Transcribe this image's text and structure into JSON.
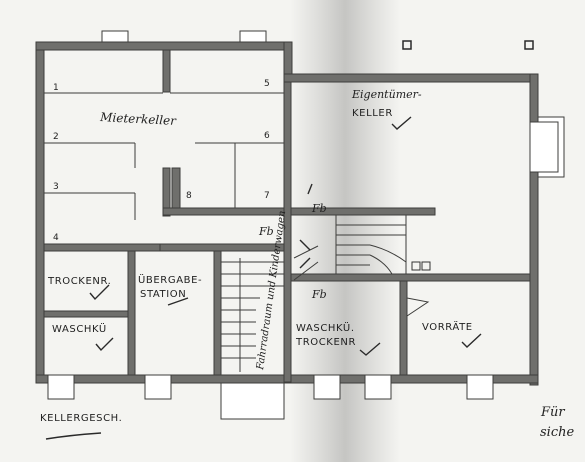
{
  "rooms": {
    "mieterkeller_label": "Mieterkeller",
    "eigentuemer_line1": "Eigentümer-",
    "eigentuemer_line2": "KELLER",
    "trockenr": "TROCKENR.",
    "waschkue": "WASCHKÜ",
    "uebergabe_line1": "ÜBERGABE-",
    "uebergabe_line2": "STATION",
    "waschkue_trocken_line1": "WASCHKÜ.",
    "waschkue_trocken_line2": "TROCKENR",
    "vorraete": "VORRÄTE",
    "kellergesch": "KELLERGESCH.",
    "stair_annotation": "Fahrradraum und Kinderwagen"
  },
  "cell_numbers": [
    "1",
    "2",
    "3",
    "4",
    "5",
    "6",
    "7",
    "8"
  ],
  "markers": {
    "fb": "Fb"
  },
  "margin_note_line1": "Für",
  "margin_note_line2": "siche"
}
